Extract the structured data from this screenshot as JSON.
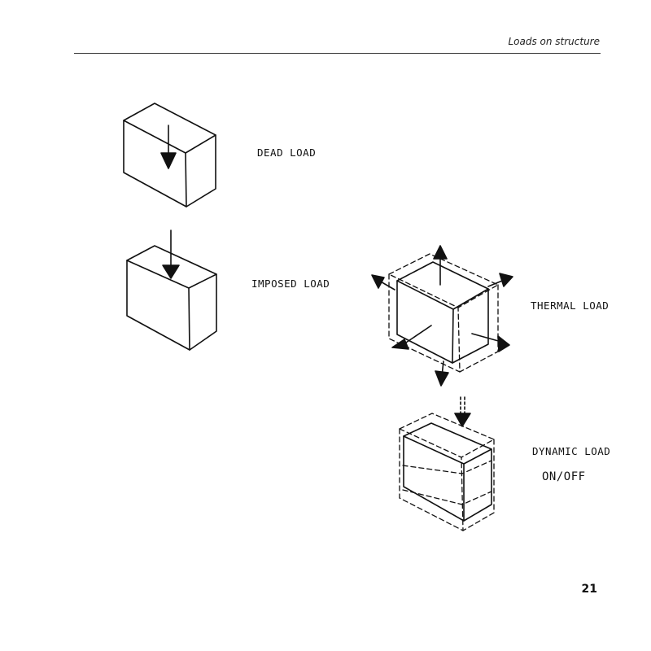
{
  "header": {
    "running_title": "Loads on structure",
    "page_number": "21"
  },
  "figure": {
    "labels": {
      "dead": "DEAD LOAD",
      "imposed": "IMPOSED LOAD",
      "thermal": "THERMAL LOAD",
      "dynamic": "DYNAMIC LOAD",
      "dynamic_sub": "ON/OFF"
    }
  }
}
